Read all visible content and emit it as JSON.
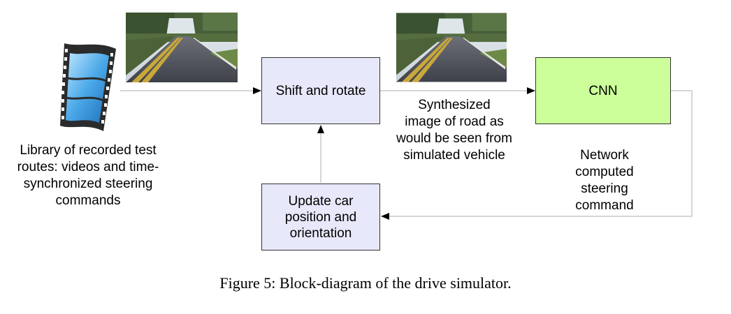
{
  "nodes": {
    "shift_rotate": "Shift and rotate",
    "cnn": "CNN",
    "update_car": "Update car\nposition and\norientation"
  },
  "labels": {
    "library": "Library of recorded test\nroutes: videos and time-\nsynchronized steering\ncommands",
    "synthesized": "Synthesized\nimage of road as\nwould be seen from\nsimulated vehicle",
    "network": "Network\ncomputed\nsteering\ncommand"
  },
  "caption": "Figure 5: Block-diagram of the drive simulator.",
  "icons": {
    "library": "film-strip-icon",
    "road_image_1": "road-photo",
    "road_image_2": "road-photo"
  },
  "colors": {
    "process_box": "#e8e8fb",
    "cnn_box": "#ccff99",
    "connector": "#c8c8c8"
  }
}
